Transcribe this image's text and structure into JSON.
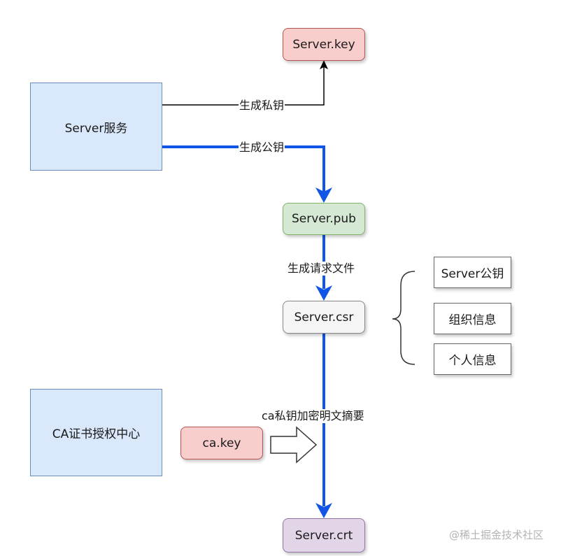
{
  "nodes": {
    "server_key": "Server.key",
    "server_service": "Server服务",
    "server_pub": "Server.pub",
    "server_csr": "Server.csr",
    "ca_center": "CA证书授权中心",
    "ca_key": "ca.key",
    "server_crt": "Server.crt"
  },
  "csr_contents": [
    "Server公钥",
    "组织信息",
    "个人信息"
  ],
  "edges": {
    "gen_private_key": "生成私钥",
    "gen_public_key": "生成公钥",
    "gen_request_file": "生成请求文件",
    "ca_encrypt_digest": "ca私钥加密明文摘要"
  },
  "watermark": "@稀土掘金技术社区",
  "colors": {
    "flow_arrow": "#1155e6",
    "private_key_arrow": "#000000",
    "key_fill": "#f8cecc",
    "entity_fill": "#dae8fc",
    "pub_fill": "#d5e8d4",
    "csr_fill": "#f5f5f5",
    "crt_fill": "#e1d5e7"
  }
}
